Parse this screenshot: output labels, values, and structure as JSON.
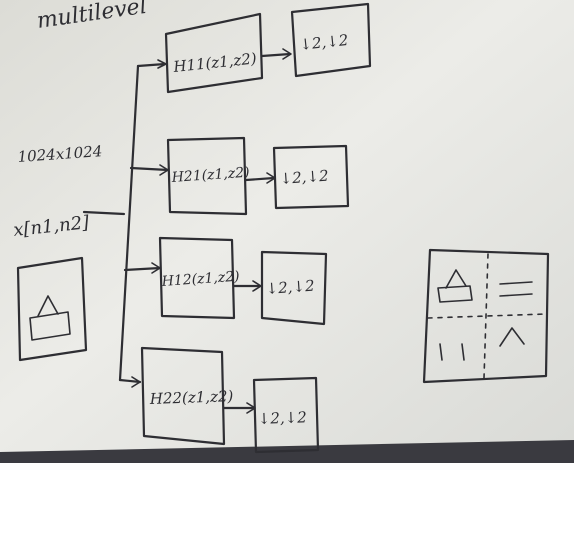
{
  "photo": {
    "top_text": "multilevel",
    "input_size": "1024x1024",
    "input_signal": "x[n1,n2]",
    "filters": [
      {
        "label": "H11(z1,z2)",
        "downsample": "↓2,↓2"
      },
      {
        "label": "H21(z1,z2)",
        "downsample": "↓2,↓2"
      },
      {
        "label": "H12(z1,z2)",
        "downsample": "↓2,↓2"
      },
      {
        "label": "H22(z1,z2)",
        "downsample": "↓2,↓2"
      }
    ]
  },
  "colors": {
    "whiteboard": "#e6e7e2",
    "ink": "#2e2e33",
    "bottom_strip": "#3a3a40"
  }
}
